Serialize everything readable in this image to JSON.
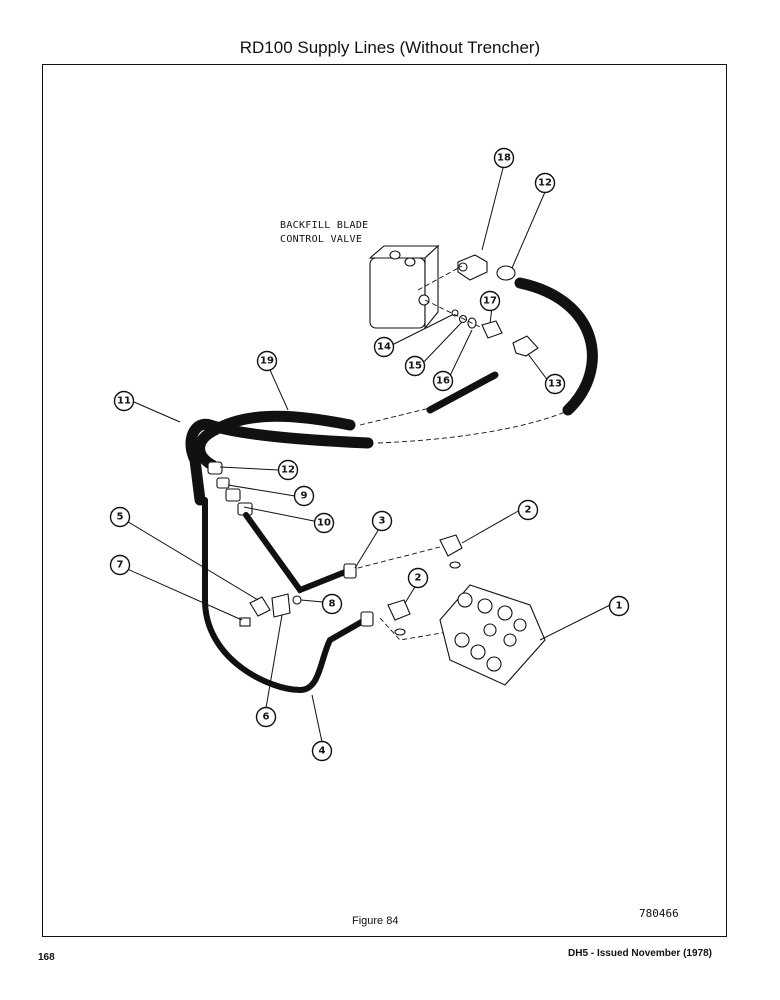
{
  "page": {
    "title": "RD100 Supply Lines (Without Trencher)",
    "figure_caption": "Figure 84",
    "drawing_number": "780466",
    "page_number": "168",
    "issue_line": "DH5 - Issued November (1978)"
  },
  "diagram": {
    "valve_label_line1": "BACKFILL BLADE",
    "valve_label_line2": "CONTROL VALVE",
    "callouts": [
      "1",
      "2",
      "2",
      "3",
      "4",
      "5",
      "6",
      "7",
      "8",
      "9",
      "10",
      "11",
      "12",
      "12",
      "13",
      "14",
      "15",
      "16",
      "17",
      "18",
      "19"
    ]
  }
}
